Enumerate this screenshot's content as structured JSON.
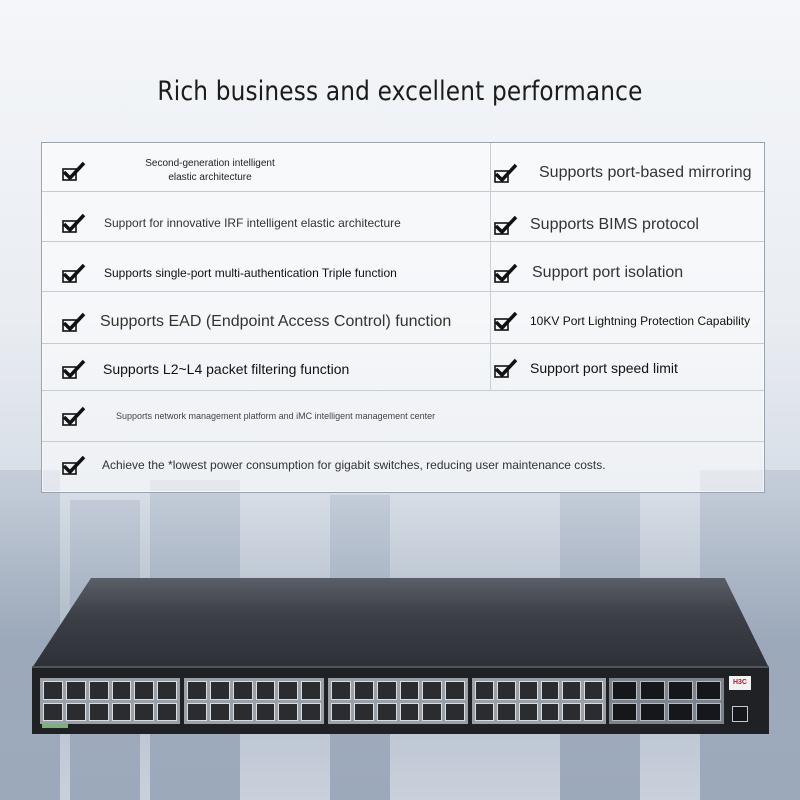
{
  "title": "Rich business and excellent performance",
  "features_left": [
    "Second-generation intelligent elastic architecture",
    "Support for innovative IRF intelligent elastic architecture",
    "Supports single-port multi-authentication Triple function",
    "Supports EAD (Endpoint Access Control) function",
    "Supports L2~L4 packet filtering function",
    "Supports network management platform and iMC intelligent management center",
    "Achieve the *lowest power consumption for gigabit switches, reducing user maintenance costs."
  ],
  "features_right": [
    "Supports port-based mirroring",
    "Supports BIMS protocol",
    "Support port isolation",
    "10KV Port Lightning Protection Capability",
    "Support port speed limit"
  ],
  "device": {
    "brand": "H3C",
    "rj45_ports": 48,
    "sfp_ports": 8
  },
  "colors": {
    "check": "#111111",
    "switch_body": "#2d3036"
  }
}
